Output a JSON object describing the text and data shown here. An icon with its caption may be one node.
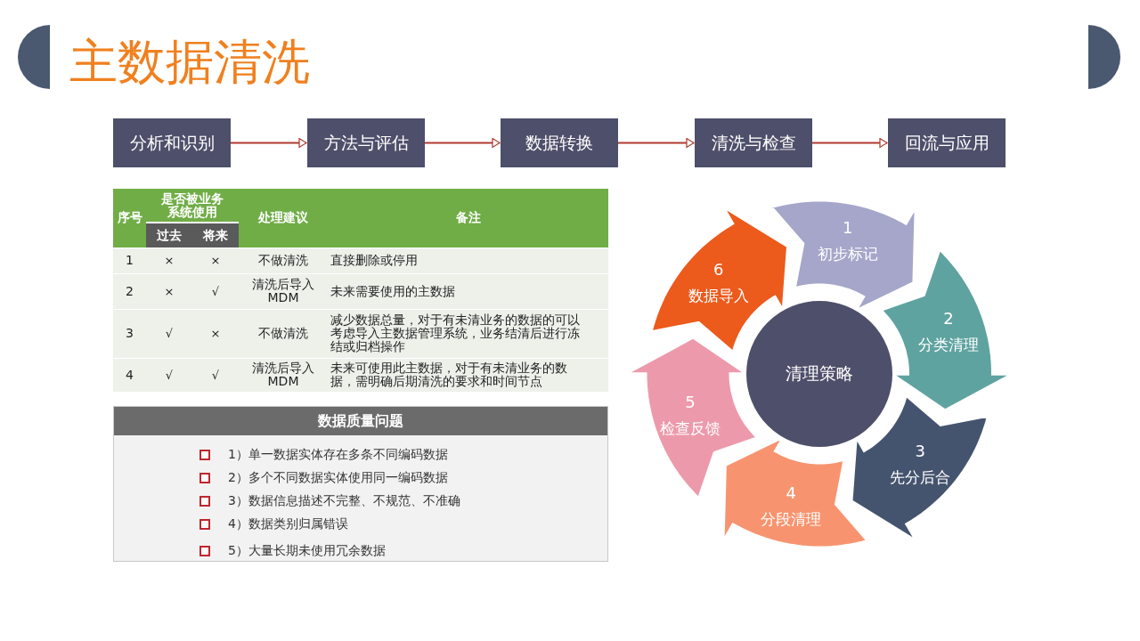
{
  "diagram": {
    "title": "主数据清洗",
    "nodes": [
      {
        "text": [
          "分析和识别"
        ]
      },
      {
        "text": [
          "方法与评估"
        ]
      },
      {
        "text": [
          "数据转换"
        ]
      },
      {
        "text": [
          "清洗与检查"
        ]
      },
      {
        "text": [
          "回流与应用"
        ]
      },
      {
        "text": [
          "清理策略"
        ]
      },
      {
        "text": [
          "1",
          "初步标记"
        ]
      },
      {
        "text": [
          "2",
          "分类清理"
        ]
      },
      {
        "text": [
          "3",
          "先分后合"
        ]
      },
      {
        "text": [
          "4",
          "分段清理"
        ]
      },
      {
        "text": [
          "5",
          "检查反馈"
        ]
      },
      {
        "text": [
          "6",
          "数据导入"
        ]
      },
      {
        "text": [
          "数据质量问题",
          "1）单一数据实体存在多条不同编码数据",
          "2）多个不同数据实体使用同一编码数据",
          "3）数据信息描述不完整、不规范、不准确",
          "4）数据类别归属错误",
          "5）大量长期未使用冗余数据"
        ]
      }
    ],
    "edges": [
      {
        "from": 0,
        "to": 1,
        "arrow": "to"
      },
      {
        "from": 1,
        "to": 2,
        "arrow": "to"
      },
      {
        "from": 2,
        "to": 3,
        "arrow": "to"
      },
      {
        "from": 3,
        "to": 4,
        "arrow": "to"
      }
    ],
    "labels": [
      "序号",
      "是否被业务系统使用",
      "处理建议",
      "备注",
      "过去",
      "将来",
      "1",
      "×",
      "×",
      "不做清洗",
      "直接删除或停用",
      "2",
      "×",
      "√",
      "清洗后导入MDM",
      "未来需要使用的主数据",
      "3",
      "√",
      "×",
      "不做清洗",
      "减少数据总量，对于有未清业务的数据的可以考虑导入主数据管理系统，业务结清后进行冻结或归档操作",
      "4",
      "√",
      "√",
      "清洗后导入MDM",
      "未来可使用此主数据，对于有未清业务的数据，需明确后期清洗的要求和时间节点"
    ]
  }
}
